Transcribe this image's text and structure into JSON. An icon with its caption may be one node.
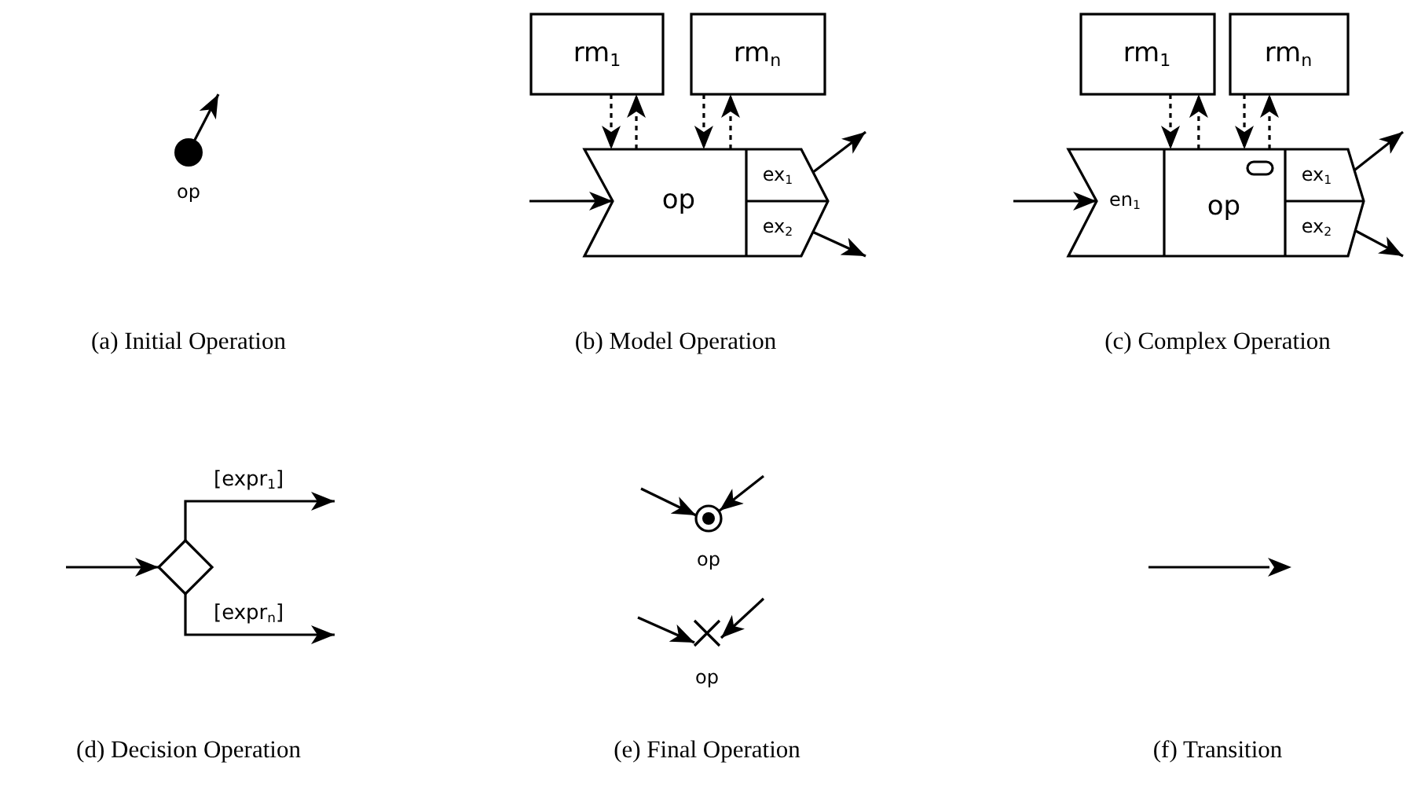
{
  "diagram": {
    "nodes": [
      {
        "text": [],
        "shape": "circle",
        "beside": [
          "op"
        ]
      },
      {
        "text": [
          "rm$_{1}$"
        ]
      },
      {
        "text": [
          "rm$_{n}$"
        ]
      },
      {
        "text": [
          "op"
        ]
      },
      {
        "text": [
          "ex$_{1}$"
        ],
        "in": 3
      },
      {
        "text": [
          "ex$_{2}$"
        ],
        "in": 3
      },
      {
        "text": [
          "rm$_{1}$"
        ]
      },
      {
        "text": [
          "rm$_{n}$"
        ]
      },
      {
        "text": [
          "op"
        ]
      },
      {
        "text": [
          "en$_{1}$"
        ],
        "in": 8
      },
      {
        "text": [
          "ex$_{1}$"
        ],
        "in": 8
      },
      {
        "text": [
          "ex$_{2}$"
        ],
        "in": 8
      },
      {
        "text": [],
        "shape": "diamond"
      },
      {
        "text": [],
        "shape": "circle",
        "beside": [
          "op"
        ]
      },
      {
        "text": [],
        "shape": "cross",
        "beside": [
          "op"
        ]
      }
    ],
    "edges": [
      {
        "from": 0,
        "to": null,
        "arrow": "to"
      },
      {
        "from": null,
        "to": 3,
        "arrow": "to"
      },
      {
        "from": 1,
        "to": 3,
        "arrow": "to",
        "style": "dashed"
      },
      {
        "from": 3,
        "to": 1,
        "arrow": "to",
        "style": "dashed"
      },
      {
        "from": 2,
        "to": 3,
        "arrow": "to",
        "style": "dashed"
      },
      {
        "from": 3,
        "to": 2,
        "arrow": "to",
        "style": "dashed"
      },
      {
        "from": 4,
        "to": null,
        "arrow": "to"
      },
      {
        "from": 5,
        "to": null,
        "arrow": "to"
      },
      {
        "from": null,
        "to": 9,
        "arrow": "to"
      },
      {
        "from": 6,
        "to": 8,
        "arrow": "to",
        "style": "dashed"
      },
      {
        "from": 8,
        "to": 6,
        "arrow": "to",
        "style": "dashed"
      },
      {
        "from": 7,
        "to": 8,
        "arrow": "to",
        "style": "dashed"
      },
      {
        "from": 8,
        "to": 7,
        "arrow": "to",
        "style": "dashed"
      },
      {
        "from": 10,
        "to": null,
        "arrow": "to"
      },
      {
        "from": 11,
        "to": null,
        "arrow": "to"
      },
      {
        "from": null,
        "to": 12,
        "arrow": "to"
      },
      {
        "from": 12,
        "to": null,
        "arrow": "to",
        "label": "[expr$_{1}$]"
      },
      {
        "from": 12,
        "to": null,
        "arrow": "to",
        "label": "[expr$_{n}$]"
      },
      {
        "from": null,
        "to": 13,
        "arrow": "to"
      },
      {
        "from": null,
        "to": 13,
        "arrow": "to"
      },
      {
        "from": null,
        "to": 14,
        "arrow": "to"
      },
      {
        "from": null,
        "to": 14,
        "arrow": "to"
      }
    ],
    "labels": [
      "(a) Initial Operation",
      "(b) Model Operation",
      "(c) Complex Operation",
      "(d) Decision Operation",
      "(e) Final Operation",
      "(f) Transition"
    ]
  }
}
